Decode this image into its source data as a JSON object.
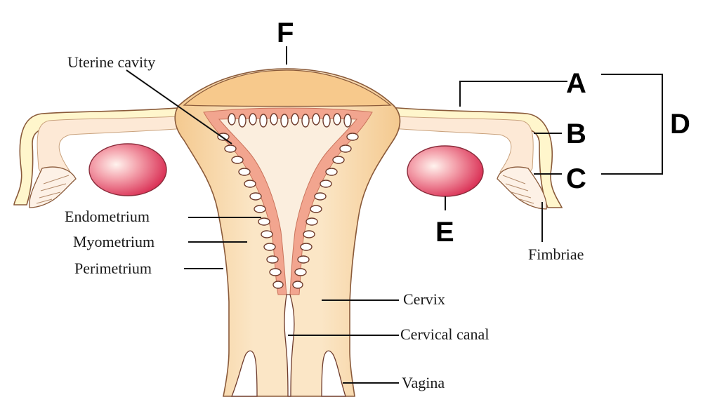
{
  "diagram": {
    "labels": {
      "uterine_cavity": "Uterine cavity",
      "endometrium": "Endometrium",
      "myometrium": "Myometrium",
      "perimetrium": "Perimetrium",
      "cervix": "Cervix",
      "cervical_canal": "Cervical canal",
      "vagina": "Vagina",
      "fimbriae": "Fimbriae"
    },
    "letters": {
      "a": "A",
      "b": "B",
      "c": "C",
      "d": "D",
      "e": "E",
      "f": "F"
    }
  },
  "colors": {
    "tissue": "#f6d3a3",
    "tissue_light": "#fbe7c9",
    "endometrium": "#f2a58f",
    "ovary": "#e54467",
    "tube_wall": "#fff6cc",
    "background": "#ffffff"
  }
}
